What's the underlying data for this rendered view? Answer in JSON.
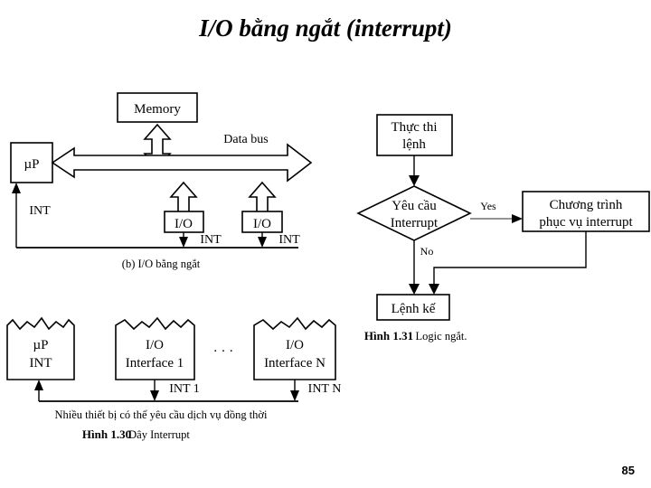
{
  "slide": {
    "title": "I/O bằng ngắt (interrupt)",
    "page_number": "85"
  },
  "figure_b": {
    "memory_label": "Memory",
    "cpu_label": "µP",
    "data_bus_label": "Data bus",
    "io_label_1": "I/O",
    "io_label_2": "I/O",
    "int_cpu_label": "INT",
    "int_io_label_1": "INT",
    "int_io_label_2": "INT",
    "caption": "(b) I/O bằng ngắt"
  },
  "figure_130": {
    "cpu_box_line1": "µP",
    "cpu_box_line2": "INT",
    "io1_line1": "I/O",
    "io1_line2": "Interface 1",
    "ion_line1": "I/O",
    "ion_line2": "Interface N",
    "ellipsis": "· · ·",
    "int1_label": "INT 1",
    "intn_label": "INT N",
    "note": "Nhiều thiết bị có thể yêu cầu dịch vụ đồng thời",
    "caption_bold": "Hình 1.30",
    "caption_rest": " Dây Interrupt"
  },
  "figure_131": {
    "exec_line1": "Thực thi",
    "exec_line2": "lệnh",
    "decision_line1": "Yêu cầu",
    "decision_line2": "Interrupt",
    "yes_label": "Yes",
    "no_label": "No",
    "isr_line1": "Chương trình",
    "isr_line2": "phục vụ interrupt",
    "next_label": "Lệnh kế",
    "caption_bold": "Hình 1.31",
    "caption_rest": " Logic ngắt."
  },
  "colors": {
    "ink": "#000000",
    "background": "#ffffff",
    "gray_line": "#555555"
  }
}
